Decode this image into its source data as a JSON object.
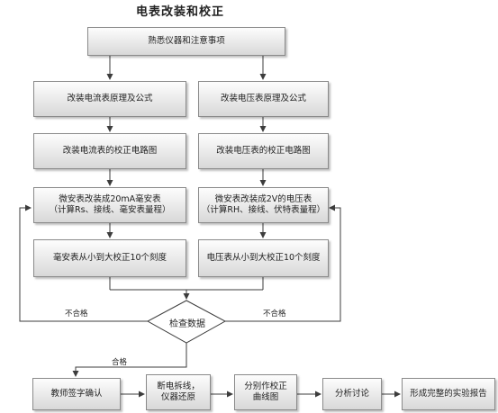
{
  "title": "电表改装和校正",
  "top_box": "熟悉仪器和注意事项",
  "left": {
    "step1": "改装电流表原理及公式",
    "step2": "改装电流表的校正电路图",
    "step3": "微安表改装成20mA毫安表\n（计算Rs、接线、毫安表量程）",
    "step4": "毫安表从小到大校正10个刻度"
  },
  "right": {
    "step1": "改装电压表原理及公式",
    "step2": "改装电压表的校正电路图",
    "step3": "微安表改装成2V的电压表\n（计算RH、接线、伏特表量程）",
    "step4": "电压表从小到大校正10个刻度"
  },
  "decision": "检查数据",
  "fail_left": "不合格",
  "fail_right": "不合格",
  "pass": "合格",
  "bottom": [
    "教师签字确认",
    "断电拆线，\n仪器还原",
    "分别作校正\n曲线图",
    "分析讨论",
    "形成完整的实验报告"
  ],
  "colors": {
    "box_fill": "#d8d8d8",
    "box_border": "#8a8a8a",
    "line": "#3c3c3c"
  }
}
